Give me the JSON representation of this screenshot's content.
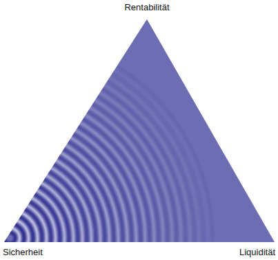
{
  "diagram": {
    "labels": [
      "Rentabilität",
      "Sicherheit",
      "Liquidität"
    ]
  }
}
